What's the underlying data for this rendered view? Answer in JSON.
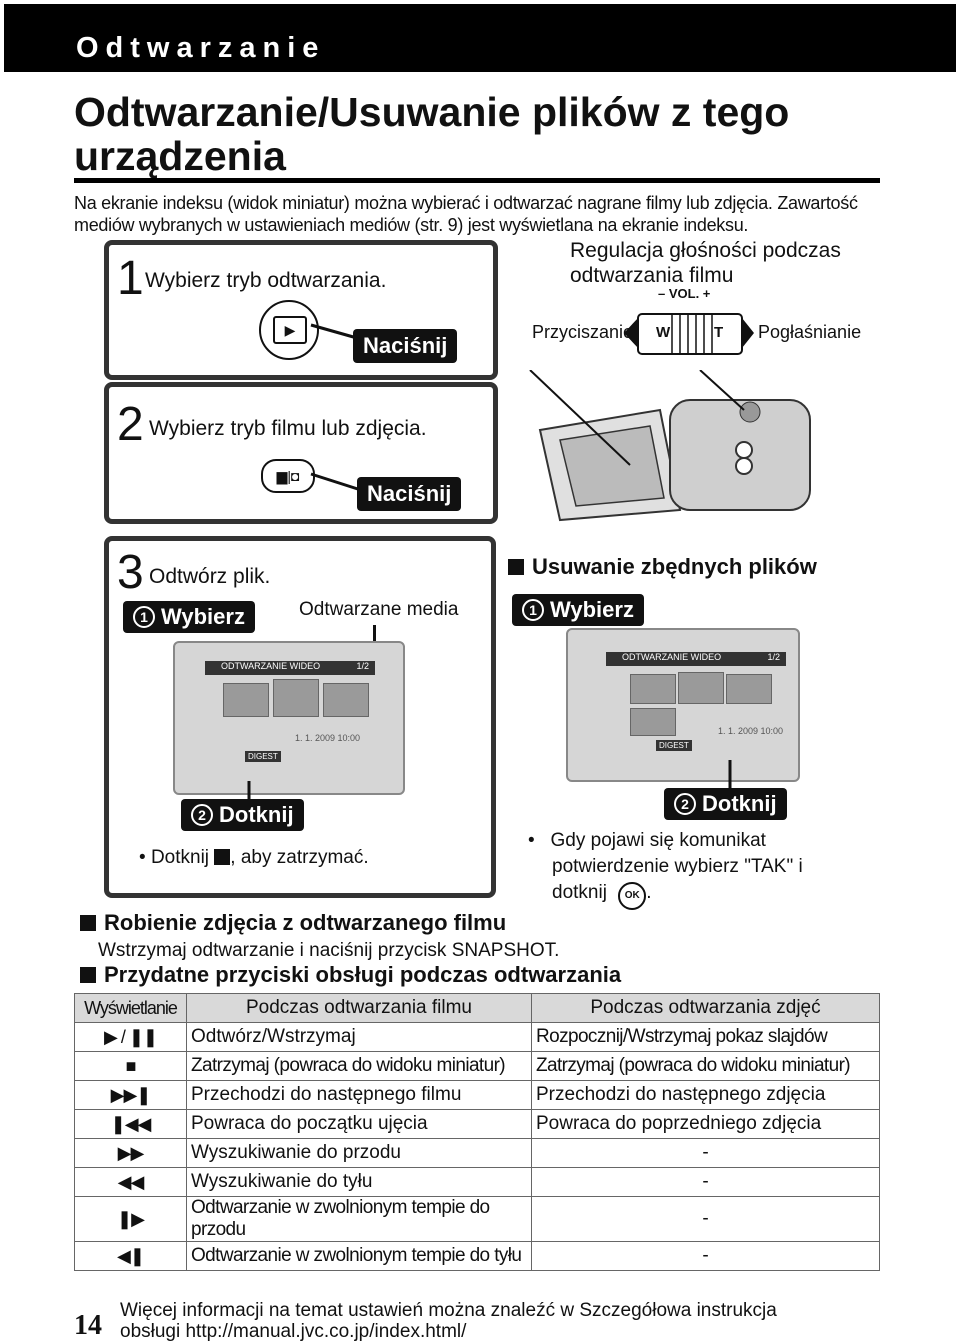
{
  "banner": {
    "label": "Odtwarzanie"
  },
  "title": "Odtwarzanie/Usuwanie plików z tego urządzenia",
  "intro": "Na ekranie indeksu (widok miniatur) można wybierać i odtwarzać nagrane filmy lub zdjęcia. Zawartość mediów wybranych w ustawieniach mediów (str. 9) jest wyświetlana na ekranie indeksu.",
  "step1": {
    "number": "1",
    "text": "Wybierz tryb odtwarzania.",
    "press": "Naciśnij"
  },
  "step2": {
    "number": "2",
    "text": "Wybierz tryb filmu lub zdjęcia.",
    "press": "Naciśnij"
  },
  "step3": {
    "number": "3",
    "text": "Odtwórz plik.",
    "select": "Wybierz",
    "media": "Odtwarzane media",
    "touch": "Dotknij",
    "stop_pre": "Dotknij",
    "stop_post": ", aby zatrzymać."
  },
  "volume": {
    "title_line1": "Regulacja głośności podczas",
    "title_line2": "odtwarzania filmu",
    "vol": "– VOL. +",
    "down": "Przyciszanie",
    "up": "Pogłaśnianie",
    "w": "W",
    "t": "T"
  },
  "delete": {
    "heading": "Usuwanie zbędnych plików",
    "select": "Wybierz",
    "touch": "Dotknij",
    "note_line1": "Gdy pojawi się komunikat",
    "note_line2": "potwierdzenie wybierz \"TAK\" i",
    "note_line3": "dotknij",
    "ok": "OK"
  },
  "screen": {
    "header": "ODTWARZANIE WIDEO",
    "page": "1/2",
    "date": "1. 1. 2009  10:00",
    "digest": "DIGEST"
  },
  "snapshot": {
    "heading": "Robienie zdjęcia z odtwarzanego filmu",
    "text": "Wstrzymaj odtwarzanie i naciśnij przycisk SNAPSHOT."
  },
  "buttons_section": {
    "heading": "Przydatne przyciski obsługi podczas odtwarzania"
  },
  "table": {
    "headers": [
      "Wyświetlanie",
      "Podczas odtwarzania filmu",
      "Podczas odtwarzania zdjęć"
    ],
    "rows": [
      {
        "icon": "▶ / ❚❚",
        "movie": "Odtwórz/Wstrzymaj",
        "photo": "Rozpocznij/Wstrzymaj pokaz slajdów",
        "photo_cond": true
      },
      {
        "icon": "■",
        "movie": "Zatrzymaj (powraca do widoku miniatur)",
        "photo": "Zatrzymaj (powraca do widoku miniatur)",
        "movie_cond": true,
        "photo_cond": true
      },
      {
        "icon": "▶▶❚",
        "movie": "Przechodzi do następnego filmu",
        "photo": "Przechodzi do następnego zdjęcia"
      },
      {
        "icon": "❚◀◀",
        "movie": "Powraca do początku ujęcia",
        "photo": "Powraca do poprzedniego zdjęcia"
      },
      {
        "icon": "▶▶",
        "movie": "Wyszukiwanie do przodu",
        "photo": "-"
      },
      {
        "icon": "◀◀",
        "movie": "Wyszukiwanie do tyłu",
        "photo": "-"
      },
      {
        "icon": "❚▶",
        "movie": "Odtwarzanie w zwolnionym tempie do przodu",
        "photo": "-",
        "movie_cond": true
      },
      {
        "icon": "◀❚",
        "movie": "Odtwarzanie w zwolnionym tempie do tyłu",
        "photo": "-",
        "movie_cond": true
      }
    ]
  },
  "footer": {
    "page": "14",
    "line1": "Więcej informacji na temat ustawień można znaleźć w Szczegółowa instrukcja",
    "line2": "obsługi http://manual.jvc.co.jp/index.html/"
  }
}
